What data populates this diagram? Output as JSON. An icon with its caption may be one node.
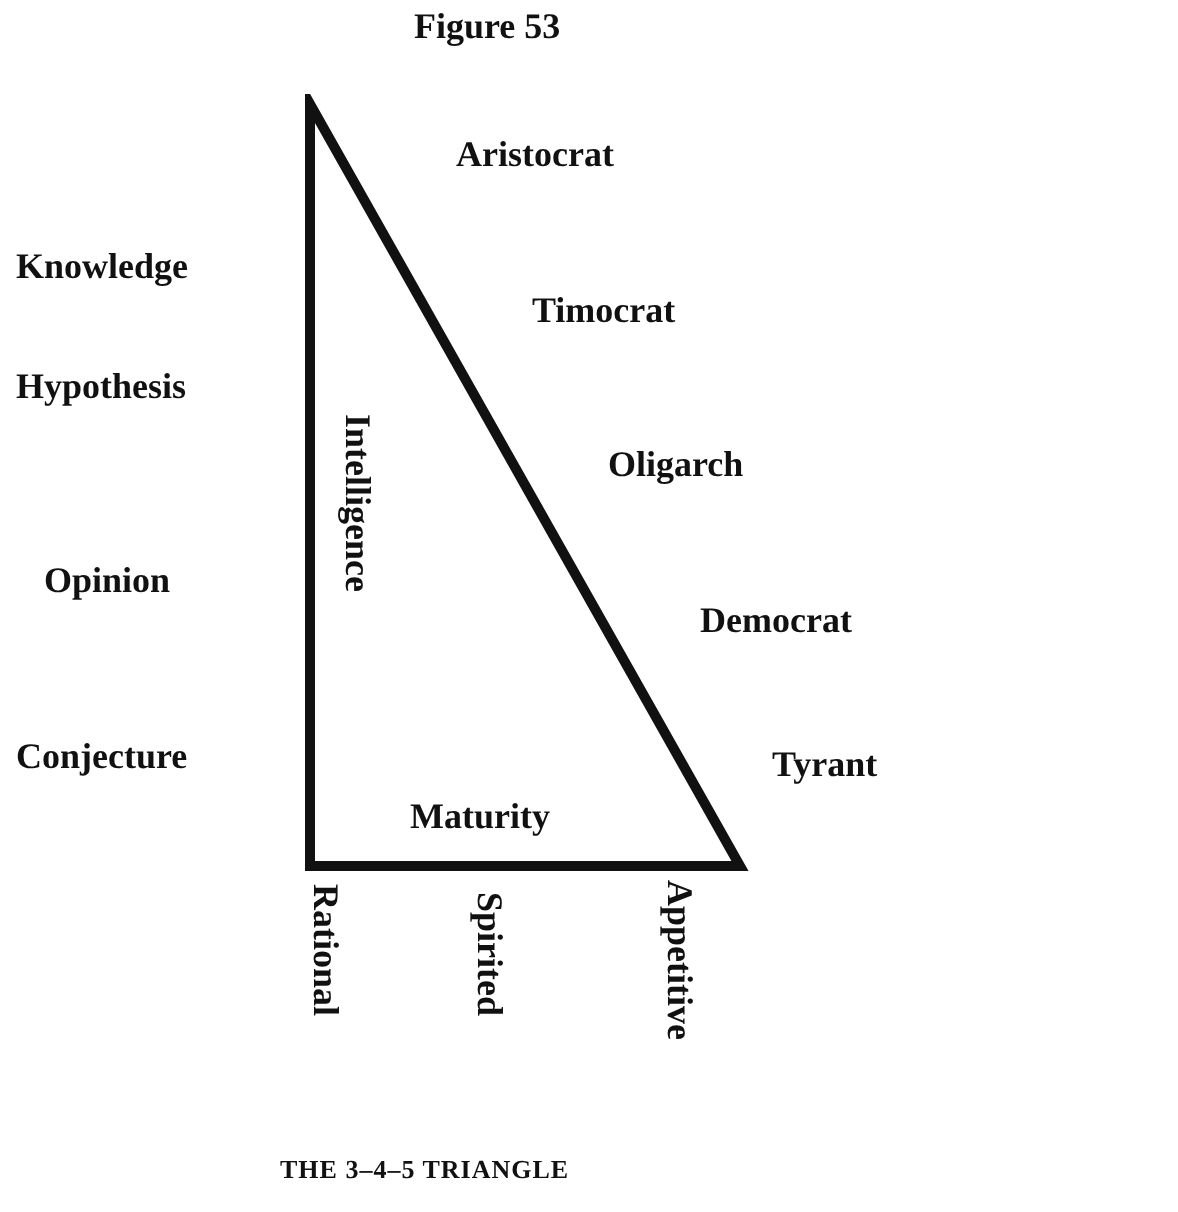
{
  "diagram": {
    "title": "Figure 53",
    "caption": "THE 3–4–5 TRIANGLE",
    "nodes": [
      {
        "text": [
          "Intelligence",
          "Maturity"
        ]
      }
    ],
    "labels": [
      "Aristocrat",
      "Knowledge",
      "Timocrat",
      "Hypothesis",
      "Oligarch",
      "Opinion",
      "Democrat",
      "Conjecture",
      "Tyrant",
      "Rational",
      "Spirited",
      "Appetitive"
    ]
  }
}
